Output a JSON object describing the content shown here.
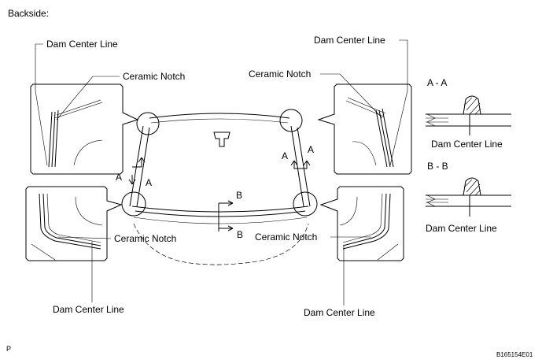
{
  "title": "Backside:",
  "labels": {
    "dam_center_line": "Dam Center Line",
    "ceramic_notch": "Ceramic Notch"
  },
  "sections": {
    "aa": "A - A",
    "bb": "B - B",
    "a": "A",
    "b": "B"
  },
  "footer": {
    "left": "P",
    "right": "B165154E01"
  }
}
